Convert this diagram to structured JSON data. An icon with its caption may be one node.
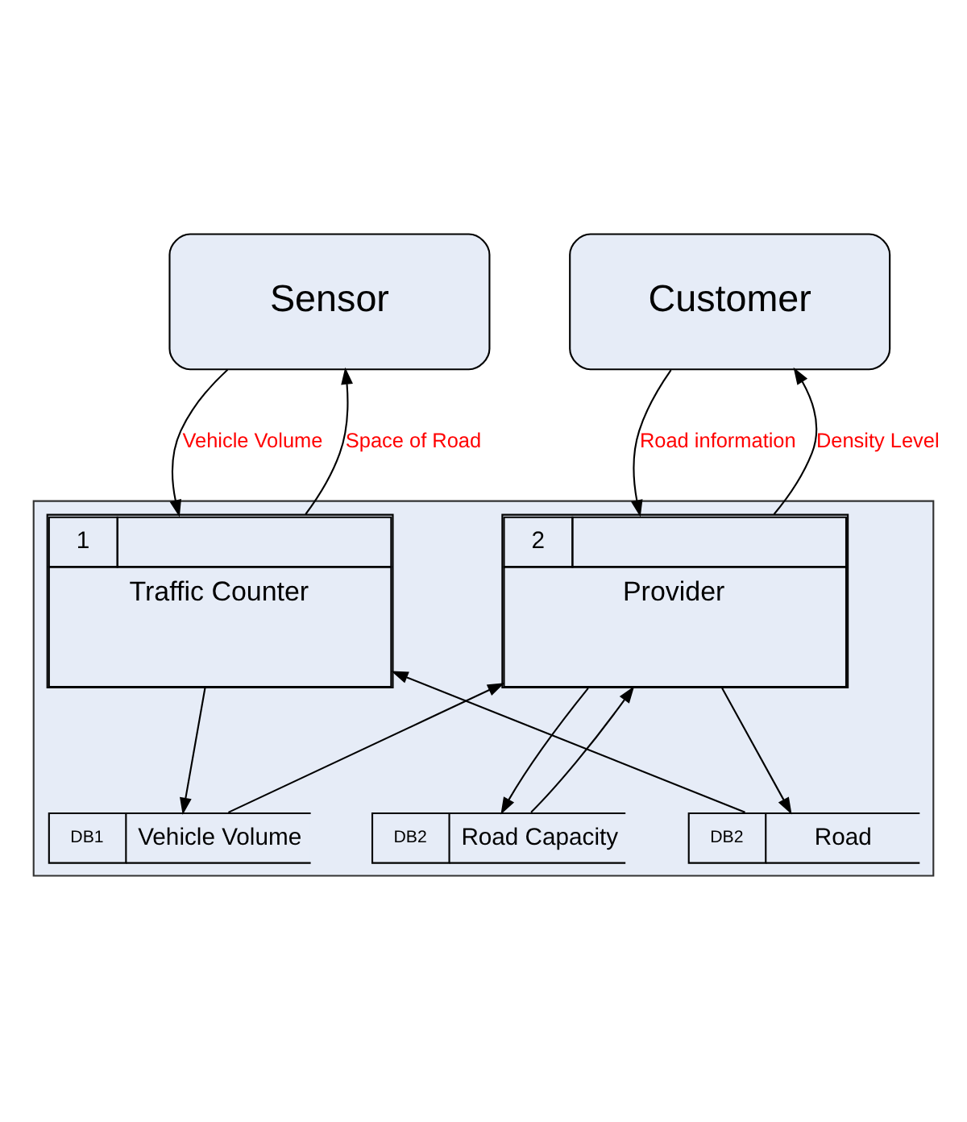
{
  "diagram": {
    "nodes": [
      {
        "text": [
          "Sensor"
        ]
      },
      {
        "text": [
          "Customer"
        ]
      },
      {
        "text": [],
        "shape": "box"
      },
      {
        "text": [
          "1",
          "Traffic Counter"
        ],
        "in": 2
      },
      {
        "text": [
          "2",
          "Provider"
        ],
        "in": 2
      },
      {
        "text": [
          "DB1",
          "Vehicle Volume"
        ],
        "in": 2
      },
      {
        "text": [
          "DB2",
          "Road"
        ],
        "in": 2
      },
      {
        "text": [
          "DB2",
          "Road Capacity"
        ],
        "in": 2
      }
    ],
    "edges": [
      {
        "from": 3,
        "to": 0,
        "arrow": "to",
        "label": "Space of Road"
      },
      {
        "from": 0,
        "to": 3,
        "arrow": "to",
        "label": "Vehicle Volume"
      },
      {
        "from": 4,
        "to": 1,
        "arrow": "to",
        "label": "Density Level"
      },
      {
        "from": 1,
        "to": 4,
        "arrow": "to",
        "label": "Road information"
      },
      {
        "from": 3,
        "to": 5,
        "arrow": "to"
      },
      {
        "from": 5,
        "to": 4,
        "arrow": "to"
      },
      {
        "from": 6,
        "to": 3,
        "arrow": "to"
      },
      {
        "from": 4,
        "to": 6,
        "arrow": "to"
      },
      {
        "from": 7,
        "to": 4,
        "arrow": "to"
      },
      {
        "from": 4,
        "to": 7,
        "arrow": "to"
      }
    ]
  }
}
